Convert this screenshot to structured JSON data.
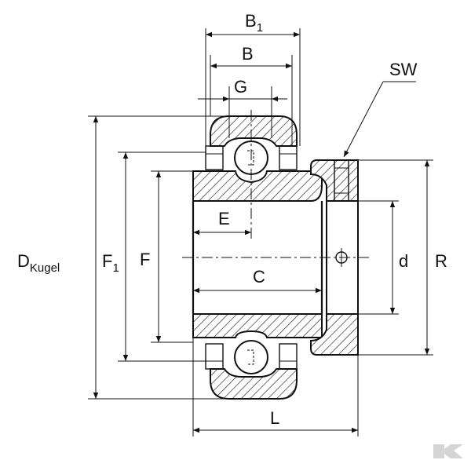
{
  "drawing": {
    "labels": {
      "b1": "B",
      "b1_sub": "1",
      "b": "B",
      "g": "G",
      "sw": "SW",
      "d_kugel": "D",
      "d_kugel_sub": "Kugel",
      "f1": "F",
      "f1_sub": "1",
      "f": "F",
      "e": "E",
      "c": "C",
      "d": "d",
      "r": "R",
      "l": "L"
    },
    "icons": {
      "logo": "brand-logo-k"
    }
  }
}
